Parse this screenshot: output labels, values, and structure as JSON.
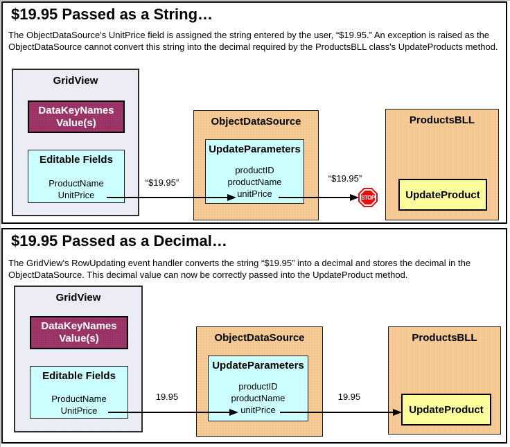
{
  "colors": {
    "panel_border": "#000000",
    "gridview_fill": "#ebecf4",
    "datakeynames_fill": "#993366",
    "field_box_fill": "#ccffff",
    "class_box_fill": "#f5ca96",
    "method_box_fill": "#ffff9e",
    "stop_red": "#e60b0c",
    "arrow": "#000000"
  },
  "sections": [
    {
      "heading": "$19.95 Passed as a String…",
      "description": "The ObjectDataSource's UnitPrice field is assigned the string entered by the user, “$19.95.” An exception is raised as the ObjectDataSource cannot convert this string into the decimal required by the ProductsBLL class's UpdateProducts method.",
      "gridview": {
        "title": "GridView",
        "datakey_line1": "DataKeyNames",
        "datakey_line2": "Value(s)",
        "editable_title": "Editable Fields",
        "fields": [
          "ProductName",
          "UnitPrice"
        ]
      },
      "objectdatasource": {
        "title": "ObjectDataSource",
        "params_title": "UpdateParameters",
        "params": [
          "productID",
          "productName",
          "unitPrice"
        ]
      },
      "productsbll": {
        "title": "ProductsBLL",
        "method": "UpdateProduct"
      },
      "arrow1_label": "“$19.95”",
      "arrow2_label": "“$19.95”",
      "stop_label": "STOP"
    },
    {
      "heading": "$19.95 Passed as a Decimal…",
      "description": "The GridView's RowUpdating event handler converts the string “$19.95” into a decimal and stores the decimal in the ObjectDataSource. This decimal value can now be correctly passed into the UpdateProduct method.",
      "gridview": {
        "title": "GridView",
        "datakey_line1": "DataKeyNames",
        "datakey_line2": "Value(s)",
        "editable_title": "Editable Fields",
        "fields": [
          "ProductName",
          "UnitPrice"
        ]
      },
      "objectdatasource": {
        "title": "ObjectDataSource",
        "params_title": "UpdateParameters",
        "params": [
          "productID",
          "productName",
          "unitPrice"
        ]
      },
      "productsbll": {
        "title": "ProductsBLL",
        "method": "UpdateProduct"
      },
      "arrow1_label": "19.95",
      "arrow2_label": "19.95"
    }
  ]
}
